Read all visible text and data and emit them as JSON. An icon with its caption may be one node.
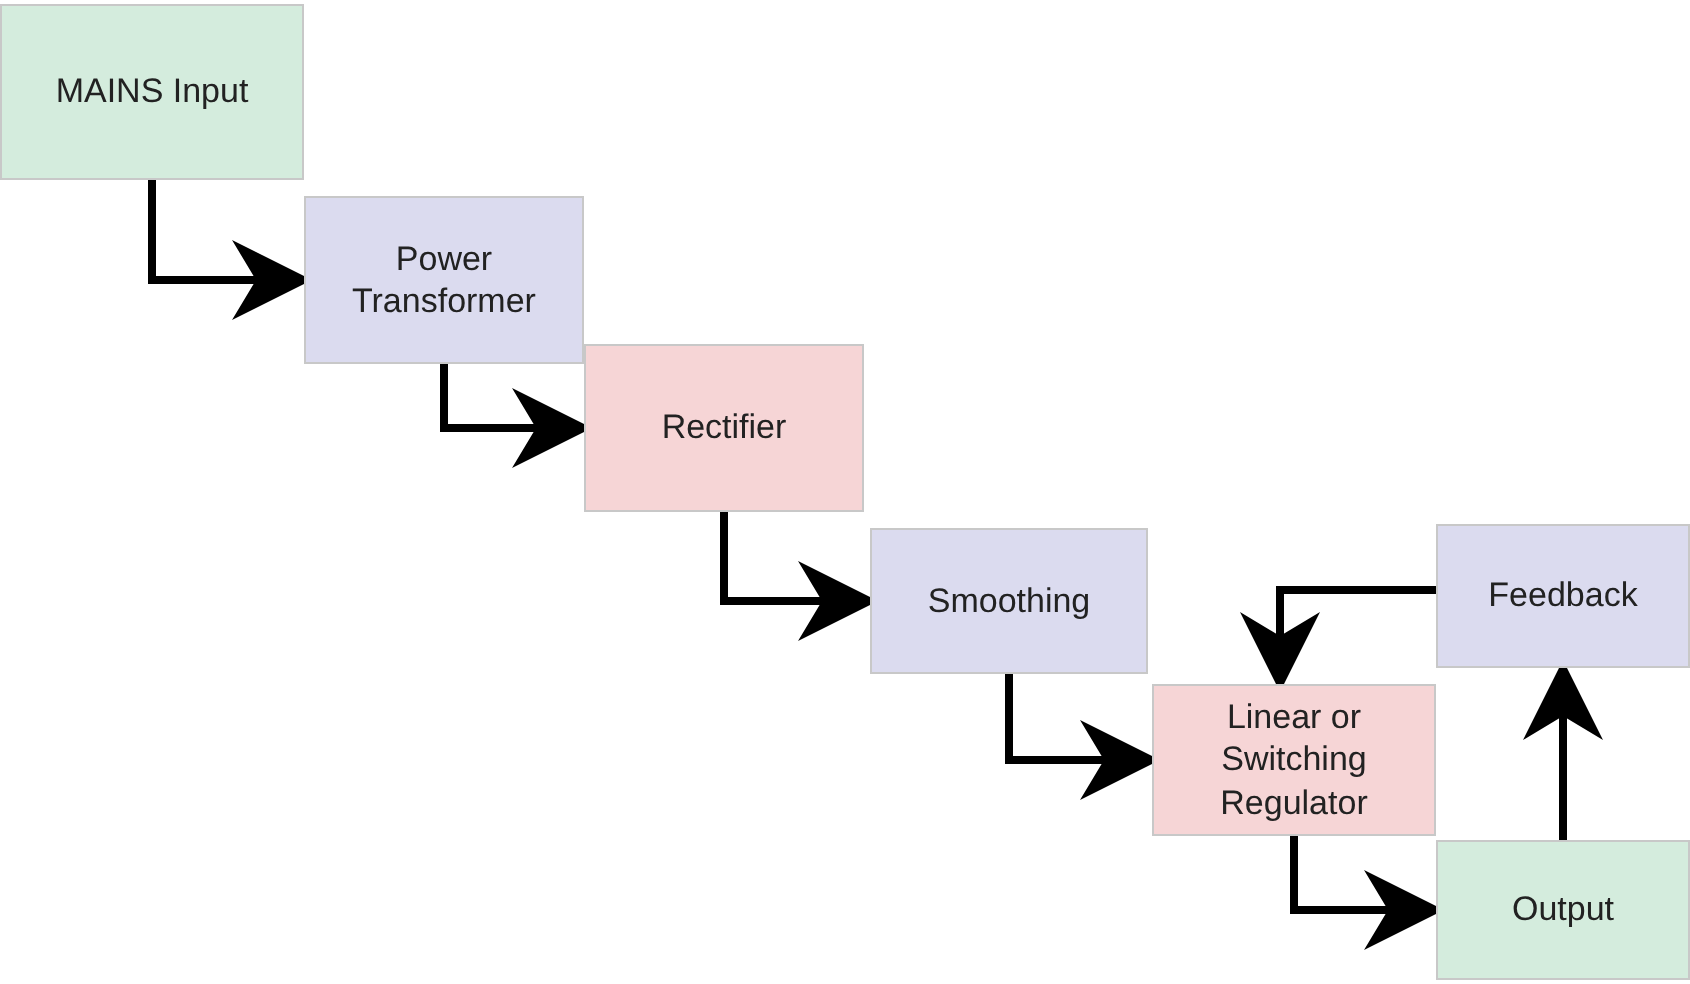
{
  "diagram": {
    "nodes": [
      {
        "text": [
          "MAINS Input"
        ]
      },
      {
        "text": [
          "Power Transformer"
        ]
      },
      {
        "text": [
          "Rectifier"
        ]
      },
      {
        "text": [
          "Smoothing"
        ]
      },
      {
        "text": [
          "Linear or Switching Regulator"
        ]
      },
      {
        "text": [
          "Feedback"
        ]
      },
      {
        "text": [
          "Output"
        ]
      }
    ],
    "edges": [
      {
        "from": 0,
        "to": 1,
        "arrow": "to"
      },
      {
        "from": 1,
        "to": 2,
        "arrow": "to"
      },
      {
        "from": 2,
        "to": 3,
        "arrow": "to"
      },
      {
        "from": 3,
        "to": 4,
        "arrow": "to"
      },
      {
        "from": 4,
        "to": 6,
        "arrow": "to"
      },
      {
        "from": 6,
        "to": 5,
        "arrow": "to"
      },
      {
        "from": 5,
        "to": 4,
        "arrow": "to"
      }
    ]
  }
}
